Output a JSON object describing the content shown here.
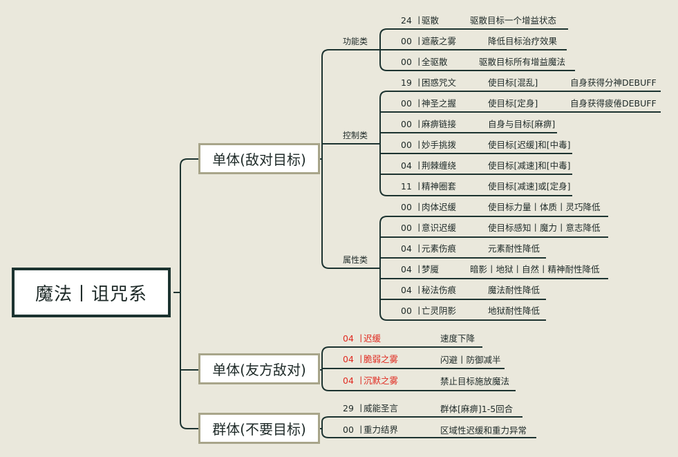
{
  "root": "魔法丨诅咒系",
  "groups": {
    "single_enemy": {
      "label": "单体(敌对目标)",
      "categories": {
        "functional": {
          "label": "功能类",
          "items": [
            {
              "num": "24",
              "name": "驱散",
              "desc": "驱散目标一个增益状态"
            },
            {
              "num": "00",
              "name": "遮蔽之雾",
              "desc": "降低目标治疗效果"
            },
            {
              "num": "00",
              "name": "全驱散",
              "desc": "驱散目标所有增益魔法"
            }
          ]
        },
        "control": {
          "label": "控制类",
          "items": [
            {
              "num": "19",
              "name": "困惑咒文",
              "desc": "使目标[混乱]",
              "extra": "自身获得分神DEBUFF"
            },
            {
              "num": "00",
              "name": "神圣之握",
              "desc": "使目标[定身]",
              "extra": "自身获得疲倦DEBUFF"
            },
            {
              "num": "00",
              "name": "麻痹链接",
              "desc": "自身与目标[麻痹]"
            },
            {
              "num": "00",
              "name": "妙手挑拨",
              "desc": "使目标[迟缓]和[中毒]"
            },
            {
              "num": "04",
              "name": "荆棘缠绕",
              "desc": "使目标[减速]和[中毒]"
            },
            {
              "num": "11",
              "name": "精神圈套",
              "desc": "使目标[减速]或[定身]"
            }
          ]
        },
        "attribute": {
          "label": "属性类",
          "items": [
            {
              "num": "00",
              "name": "肉体迟缓",
              "desc": "使目标力量丨体质丨灵巧降低"
            },
            {
              "num": "00",
              "name": "意识迟缓",
              "desc": "使目标感知丨魔力丨意志降低"
            },
            {
              "num": "04",
              "name": "元素伤痕",
              "desc": "元素耐性降低"
            },
            {
              "num": "04",
              "name": "梦魇",
              "desc": "暗影丨地狱丨自然丨精神耐性降低"
            },
            {
              "num": "04",
              "name": "秘法伤痕",
              "desc": "魔法耐性降低"
            },
            {
              "num": "00",
              "name": "亡灵阴影",
              "desc": "地狱耐性降低"
            }
          ]
        }
      }
    },
    "single_friendly": {
      "label": "单体(友方敌对)",
      "items": [
        {
          "num": "04",
          "name": "迟缓",
          "desc": "速度下降"
        },
        {
          "num": "04",
          "name": "脆弱之雾",
          "desc": "闪避丨防御减半"
        },
        {
          "num": "04",
          "name": "沉默之雾",
          "desc": "禁止目标施放魔法"
        }
      ]
    },
    "group": {
      "label": "群体(不要目标)",
      "items": [
        {
          "num": "29",
          "name": "威能圣言",
          "desc": "群体[麻痹]1-5回合"
        },
        {
          "num": "00",
          "name": "重力结界",
          "desc": "区域性迟缓和重力异常"
        }
      ]
    }
  },
  "colors": {
    "background": "#eae8dc",
    "line": "#1c3330",
    "box_border": "#a8a58a",
    "highlight": "#e02a20"
  }
}
